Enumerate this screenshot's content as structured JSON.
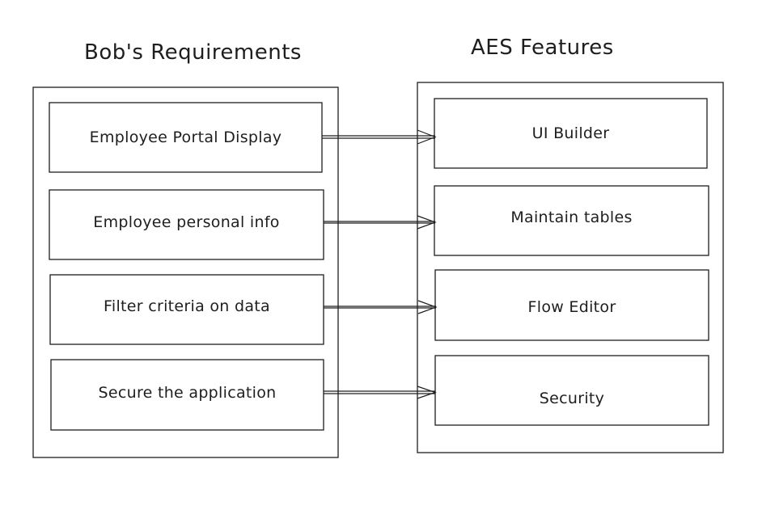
{
  "diagram": {
    "left_heading": "Bob's Requirements",
    "right_heading": "AES Features",
    "requirements": [
      "Employee Portal Display",
      "Employee personal info",
      "Filter criteria on data",
      "Secure the application"
    ],
    "features": [
      "UI Builder",
      "Maintain tables",
      "Flow Editor",
      "Security"
    ],
    "colors": {
      "stroke": "#1e1e1e",
      "background": "#ffffff"
    }
  }
}
